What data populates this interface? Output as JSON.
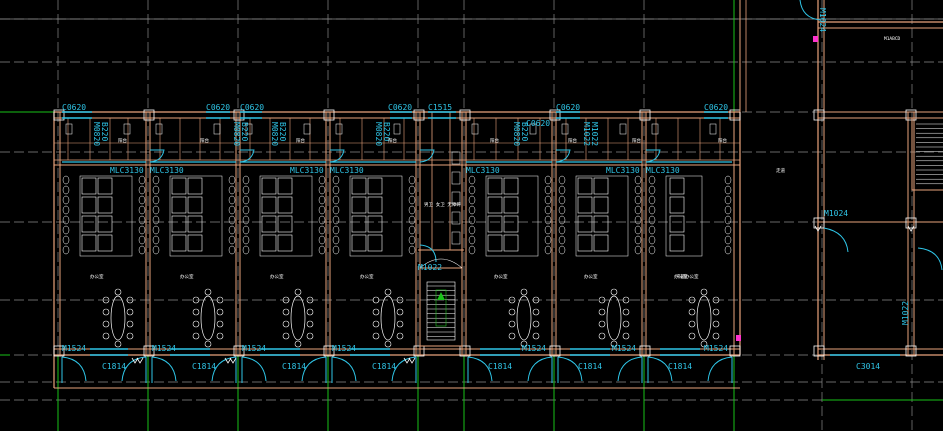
{
  "drawing": {
    "colors": {
      "background": "#000000",
      "grid": "#8a8a8a",
      "wall": "#e8a37c",
      "opening": "#2fc6e8",
      "furniture": "#ffffff",
      "axis_green": "#19c219",
      "accent": "#ff33cc"
    },
    "window_labels_top": [
      "C0620",
      "C0620",
      "C0620",
      "C0620",
      "C1515",
      "C0620",
      "C0620"
    ],
    "mlc_labels": [
      "MLC3130",
      "MLC3130",
      "MLC3130",
      "MLC3130",
      "MLC3130",
      "MLC3130",
      "MLC3130"
    ],
    "door_labels_bottom": [
      "M1524",
      "M1524",
      "M1524",
      "M1524",
      "M1524",
      "M1524",
      "M1524"
    ],
    "window_labels_bottom": [
      "C1814",
      "C1814",
      "C1814",
      "C1814",
      "C1814",
      "C1814",
      "C1814",
      "C3014"
    ],
    "side_door_labels": [
      "M1024",
      "M1022",
      "M1024"
    ],
    "vertical_labels": [
      "M0820",
      "B220",
      "M0820",
      "B220",
      "M0820",
      "B220",
      "M0820",
      "B220",
      "M0820",
      "B220",
      "M1022",
      "M1022"
    ],
    "tiny_labels": [
      "C0620",
      "阳台",
      "阳台",
      "阳台",
      "阳台",
      "阳台",
      "阳台",
      "阳台",
      "阳台"
    ],
    "stair_label": "M1022",
    "room_labels": [
      "办公室",
      "办公室",
      "办公室",
      "办公室",
      "办公室",
      "办公室",
      "办公室",
      "干部办公室"
    ],
    "corridor_label": "走道",
    "restroom_label": "男卫 女卫 无障碍",
    "top_right_label": "M1024",
    "top_right_small": "M1ABCD"
  }
}
